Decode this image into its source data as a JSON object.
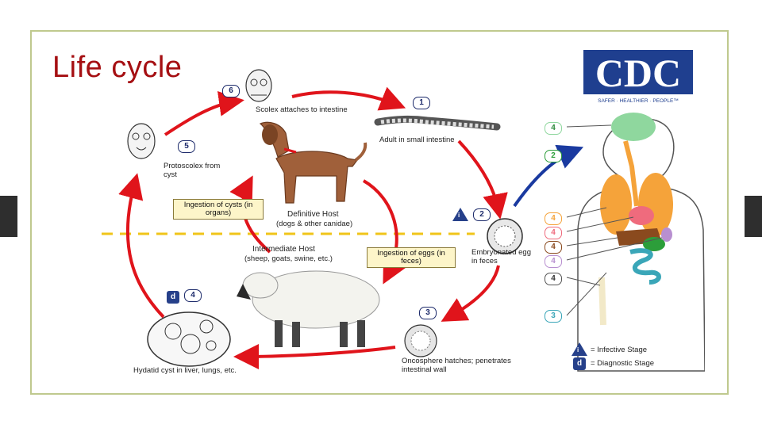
{
  "slide": {
    "title_words": [
      "Life",
      "cycle"
    ]
  },
  "logo": {
    "text": "CDC",
    "tagline": "SAFER · HEALTHIER · PEOPLE™",
    "color": "#1f3f8f"
  },
  "diagram": {
    "stages": {
      "s1": "Adult in small intestine",
      "s2": "Embryonated egg in feces",
      "s3": "Oncosphere hatches; penetrates intestinal wall",
      "s4": "Hydatid cyst in liver, lungs, etc.",
      "s5": "Protoscolex from cyst",
      "s6": "Scolex attaches to intestine"
    },
    "stage_numbers": [
      "1",
      "2",
      "3",
      "4",
      "5",
      "6"
    ],
    "hosts": {
      "definitive_title": "Definitive Host",
      "definitive_sub": "(dogs & other canidae)",
      "intermediate_title": "Intermediate Host",
      "intermediate_sub": "(sheep, goats, swine, etc.)"
    },
    "boxes": {
      "cysts": "Ingestion of cysts (in organs)",
      "eggs": "Ingestion of eggs (in feces)"
    },
    "legend": {
      "infective_symbol": "i",
      "infective": "= Infective Stage",
      "diagnostic_symbol": "d",
      "diagnostic": "= Diagnostic Stage"
    },
    "human_markers": [
      "4",
      "2",
      "4",
      "4",
      "4",
      "4",
      "4",
      "3"
    ],
    "colors": {
      "cycle_arrow": "#e0141b",
      "human_arrow": "#1a3aa0",
      "badge": "#26408a",
      "stage_number": "#1d2b6b",
      "brain": "#8fd79e",
      "lung": "#f5a33a",
      "liver": "#8a4a1e",
      "intestine": "#3aa6b8",
      "kidney": "#b88fd0",
      "dashed_line": "#f0c419"
    }
  }
}
